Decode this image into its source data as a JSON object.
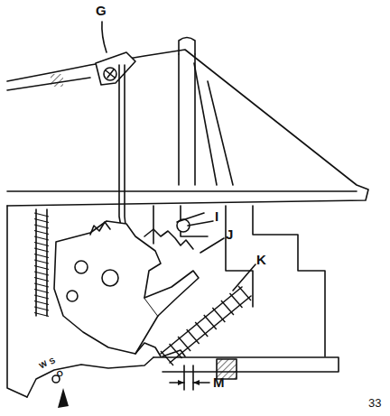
{
  "diagram": {
    "labels": [
      "G",
      "I",
      "J",
      "K",
      "M",
      "W",
      "S",
      "O",
      "33"
    ]
  }
}
